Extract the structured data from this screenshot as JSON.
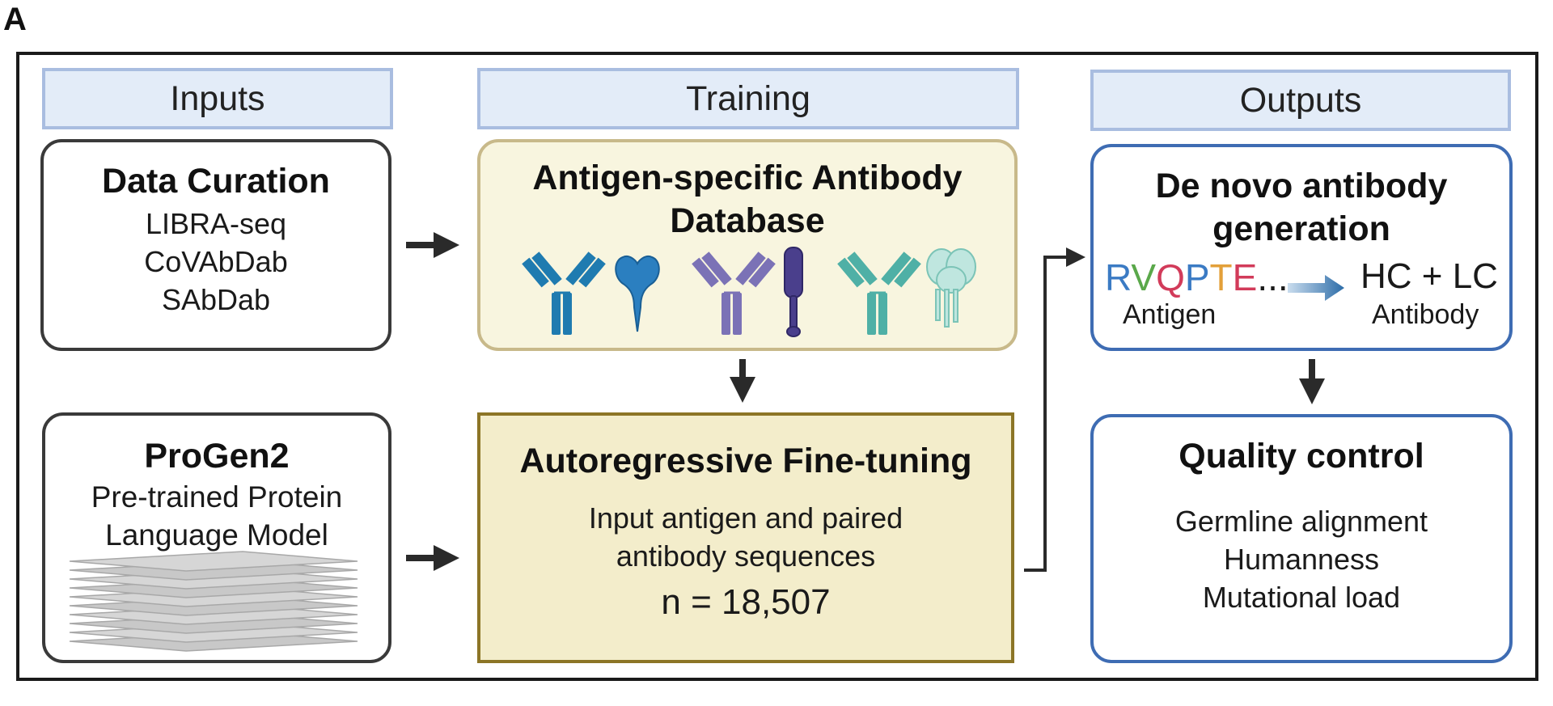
{
  "panel_label": "A",
  "headers": {
    "inputs": "Inputs",
    "training": "Training",
    "outputs": "Outputs"
  },
  "data_curation": {
    "title": "Data Curation",
    "items": [
      "LIBRA-seq",
      "CoVAbDab",
      "SAbDab"
    ]
  },
  "antigen_db": {
    "title_line1": "Antigen-specific Antibody",
    "title_line2": "Database"
  },
  "progen": {
    "title": "ProGen2",
    "line1": "Pre-trained Protein",
    "line2": "Language Model"
  },
  "finetune": {
    "title": "Autoregressive Fine-tuning",
    "line1": "Input antigen and paired",
    "line2": "antibody sequences",
    "n": "n = 18,507"
  },
  "denovo": {
    "title_line1": "De novo antibody",
    "title_line2": "generation",
    "sequence": [
      {
        "char": "R",
        "color": "#3b7bc4"
      },
      {
        "char": "V",
        "color": "#5aa84a"
      },
      {
        "char": "Q",
        "color": "#d23b5a"
      },
      {
        "char": "P",
        "color": "#3b7bc4"
      },
      {
        "char": "T",
        "color": "#e3a03a"
      },
      {
        "char": "E",
        "color": "#d23b5a"
      },
      {
        "char": "...",
        "color": "#1a1a1a"
      }
    ],
    "antigen_label": "Antigen",
    "hc_lc": "HC + LC",
    "antibody_label": "Antibody"
  },
  "qc": {
    "title": "Quality control",
    "items": [
      "Germline alignment",
      "Humanness",
      "Mutational load"
    ]
  },
  "colors": {
    "antibody_blue": "#1f7bb0",
    "antibody_purple": "#7b72b6",
    "antibody_teal": "#4fb0a6",
    "arrow": "#2a2a2a"
  }
}
